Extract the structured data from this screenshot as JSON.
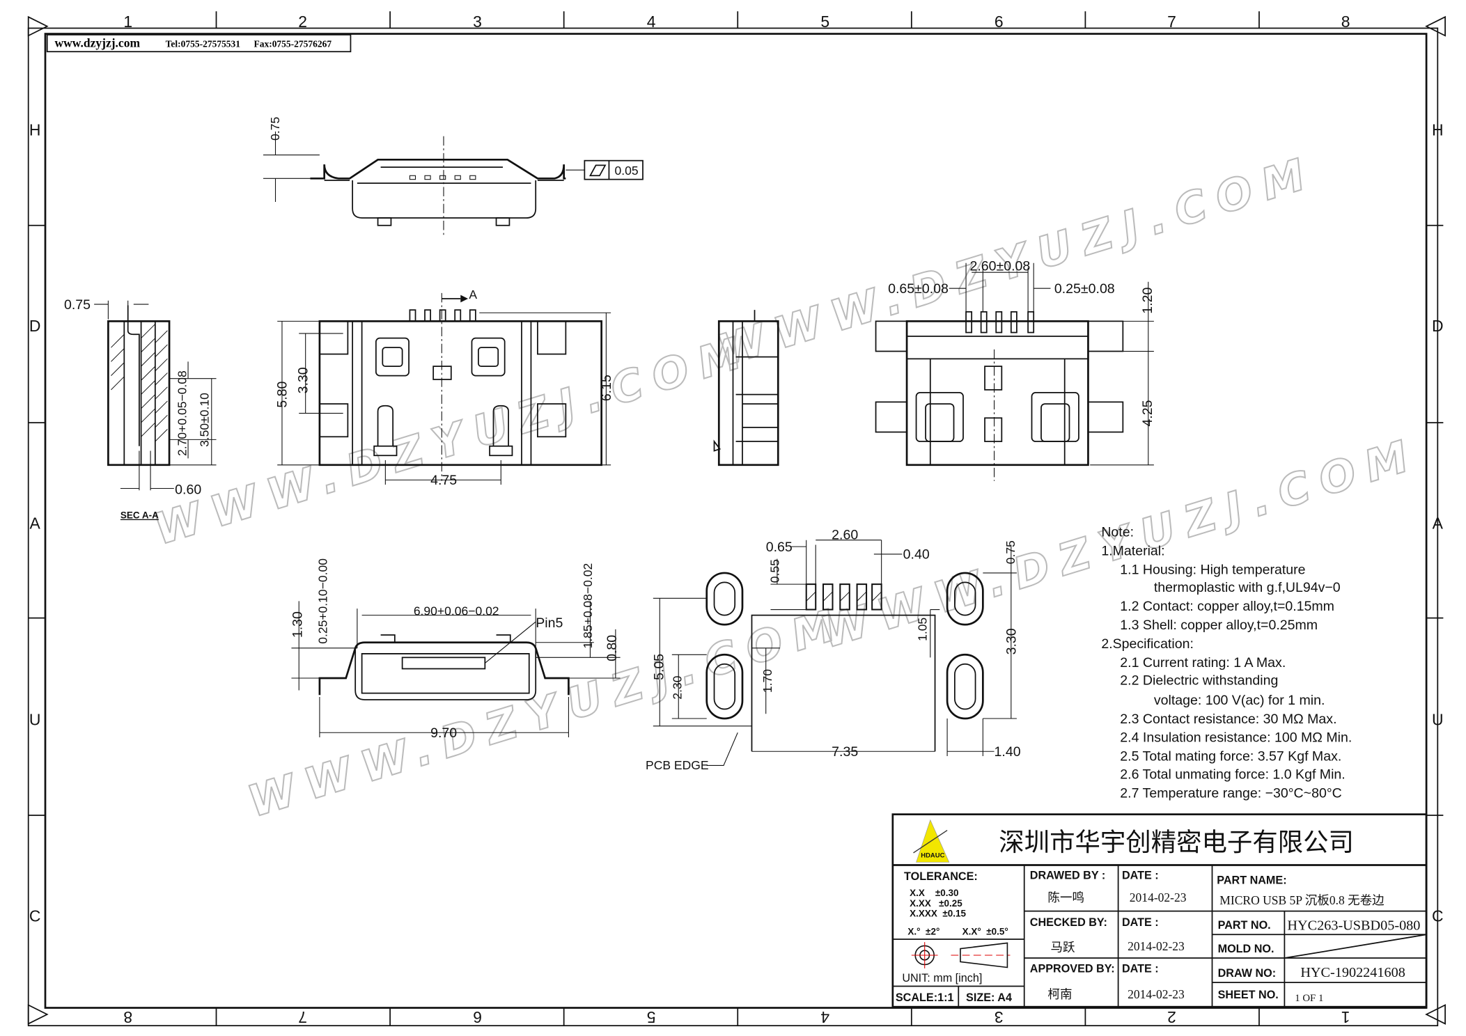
{
  "header": {
    "site": "www.dzyjzj.com",
    "tel": "Tel:0755-27575531",
    "fax": "Fax:0755-27576267"
  },
  "grid": {
    "columns": [
      "1",
      "2",
      "3",
      "4",
      "5",
      "6",
      "7",
      "8"
    ],
    "rows": [
      "H",
      "D",
      "A",
      "U",
      "C"
    ]
  },
  "watermark": "WWW.DZYUZJ.COM",
  "dims": [
    "0.75",
    "0.05",
    "2.60±0.08",
    "0.65±0.08",
    "0.25±0.08",
    "1.20",
    "4.25",
    "0.75",
    "2.70+0.05−0.08",
    "3.50±0.10",
    "0.60",
    "SEC A-A",
    "A",
    "5.80",
    "3.30",
    "4.75",
    "6.15",
    "0.25+0.10−0.00",
    "1.30",
    "6.90+0.06−0.02",
    "Pin5",
    "1.85+0.08−0.02",
    "0.80",
    "9.70",
    "0.65",
    "2.60",
    "0.40",
    "0.55",
    "0.75",
    "1.05",
    "3.30",
    "5.05",
    "2.30",
    "1.70",
    "7.35",
    "1.40",
    "PCB EDGE"
  ],
  "notes": {
    "title": "Note:",
    "lines": [
      "1.Material:",
      "1.1  Housing: High temperature",
      "thermoplastic with g.f,UL94v−0",
      "1.2  Contact: copper alloy,t=0.15mm",
      "1.3  Shell: copper alloy,t=0.25mm",
      "2.Specification:",
      "2.1  Current rating: 1 A Max.",
      "2.2  Dielectric withstanding",
      "voltage: 100 V(ac) for 1 min.",
      "2.3  Contact resistance: 30 MΩ Max.",
      "2.4  Insulation resistance: 100 MΩ Min.",
      "2.5  Total mating force: 3.57 Kgf Max.",
      "2.6  Total unmating force: 1.0 Kgf Min.",
      "2.7  Temperature range: −30°C~80°C"
    ]
  },
  "title_block": {
    "logo_text": "HDAUC",
    "company": "深圳市华宇创精密电子有限公司",
    "tolerance_label": "TOLERANCE:",
    "tolerances": [
      "X.X    ±0.30",
      "X.XX   ±0.25",
      "X.XXX  ±0.15"
    ],
    "angle_tol": [
      "X.°  ±2°",
      "X.X°  ±0.5°"
    ],
    "unit": "UNIT:  mm  [inch]",
    "scale": "SCALE:1:1",
    "size": "SIZE:  A4",
    "drawed_by_label": "DRAWED BY :",
    "drawed_by": "陈一鸣",
    "checked_by_label": "CHECKED BY:",
    "checked_by": "马跃",
    "approved_by_label": "APPROVED BY:",
    "approved_by": "柯南",
    "date_label": "DATE :",
    "dates": [
      "2014-02-23",
      "2014-02-23",
      "2014-02-23"
    ],
    "part_name_label": "PART NAME:",
    "part_name": "MICRO USB 5P 沉板0.8 无卷边",
    "part_no_label": "PART NO.",
    "part_no": "HYC263-USBD05-080",
    "mold_no_label": "MOLD NO.",
    "draw_no_label": "DRAW NO:",
    "draw_no": "HYC-1902241608",
    "sheet_no_label": "SHEET NO.",
    "sheet_no": "1 OF 1"
  }
}
